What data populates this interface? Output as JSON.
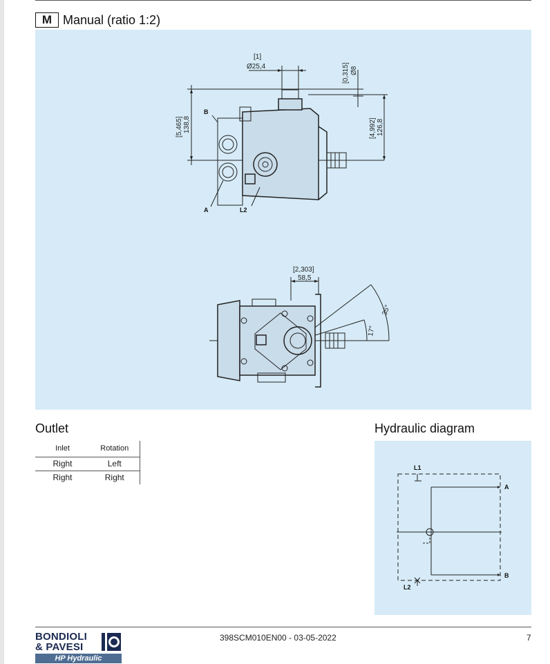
{
  "header": {
    "mode_letter": "M",
    "title": "Manual (ratio 1:2)"
  },
  "drawing": {
    "dim_bore_inch": "[1]",
    "dim_bore_mm": "Ø25,4",
    "dim_drain_inch": "[0,315]",
    "dim_drain_mm": "Ø8",
    "dim_height_inch": "[5,465]",
    "dim_height_mm": "138,8",
    "dim_shaft_inch": "[4,992]",
    "dim_shaft_mm": "126,8",
    "label_b": "B",
    "label_a": "A",
    "label_l2": "L2",
    "dim_width_inch": "[2,303]",
    "dim_width_mm": "58,5",
    "angle_max": "35°",
    "angle_min": "17°"
  },
  "outlet": {
    "title": "Outlet",
    "columns": [
      "Inlet",
      "Rotation"
    ],
    "rows": [
      [
        "Right",
        "Left"
      ],
      [
        "Right",
        "Right"
      ]
    ]
  },
  "hydraulic": {
    "title": "Hydraulic diagram",
    "label_l1": "L1",
    "label_a": "A",
    "label_b": "B",
    "label_l2": "L2"
  },
  "footer": {
    "logo_line1": "BONDIOLI",
    "logo_line2": "& PAVESI",
    "logo_tagline": "HP Hydraulic",
    "doc_code": "398SCM010EN00 - 03-05-2022",
    "page_number": "7"
  }
}
